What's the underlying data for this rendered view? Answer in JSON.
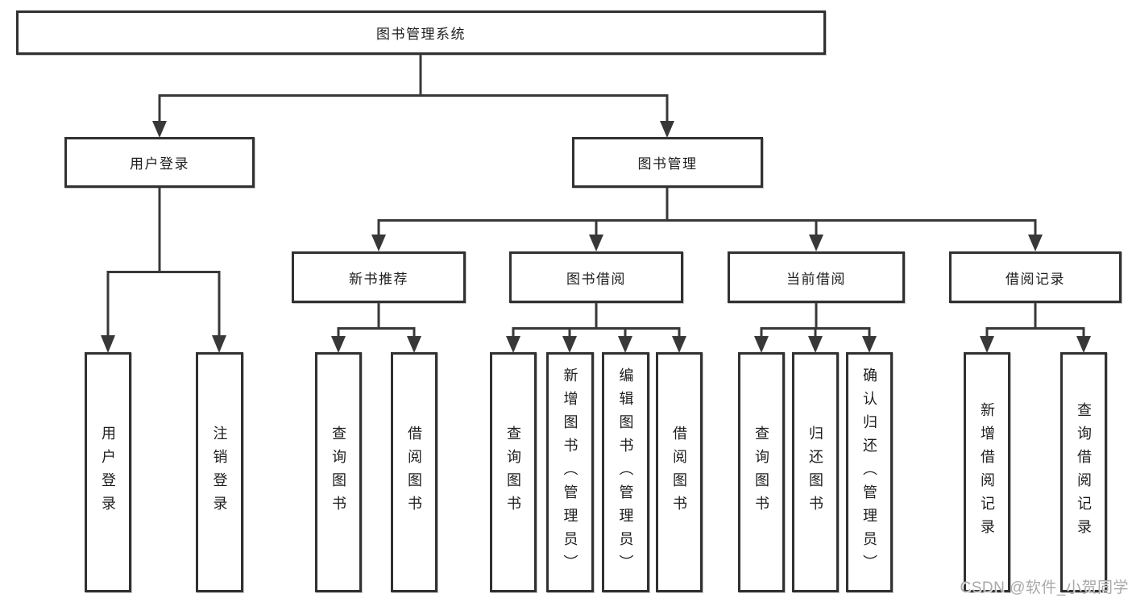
{
  "diagram": {
    "title_node": "图书管理系统",
    "nodes": {
      "root": "图书管理系统",
      "level2": [
        "用户登录",
        "图书管理"
      ],
      "level3": [
        "新书推荐",
        "图书借阅",
        "当前借阅",
        "借阅记录"
      ],
      "level4": {
        "under_user_login": [
          "用户登录",
          "注销登录"
        ],
        "under_new_books": [
          "查询图书",
          "借阅图书"
        ],
        "under_book_borrow": [
          "查询图书",
          "新增图书（管理员）",
          "编辑图书（管理员）",
          "借阅图书"
        ],
        "under_current_borrow": [
          "查询图书",
          "归还图书",
          "确认归还（管理员）"
        ],
        "under_records": [
          "新增借阅记录",
          "查询借阅记录"
        ]
      }
    },
    "colors": {
      "line": "#383838",
      "border": "#313131",
      "text": "#1e1e1e",
      "watermark": "#a9a9a9",
      "background": "#ffffff"
    }
  },
  "watermark": "CSDN @软件_小贺同学"
}
